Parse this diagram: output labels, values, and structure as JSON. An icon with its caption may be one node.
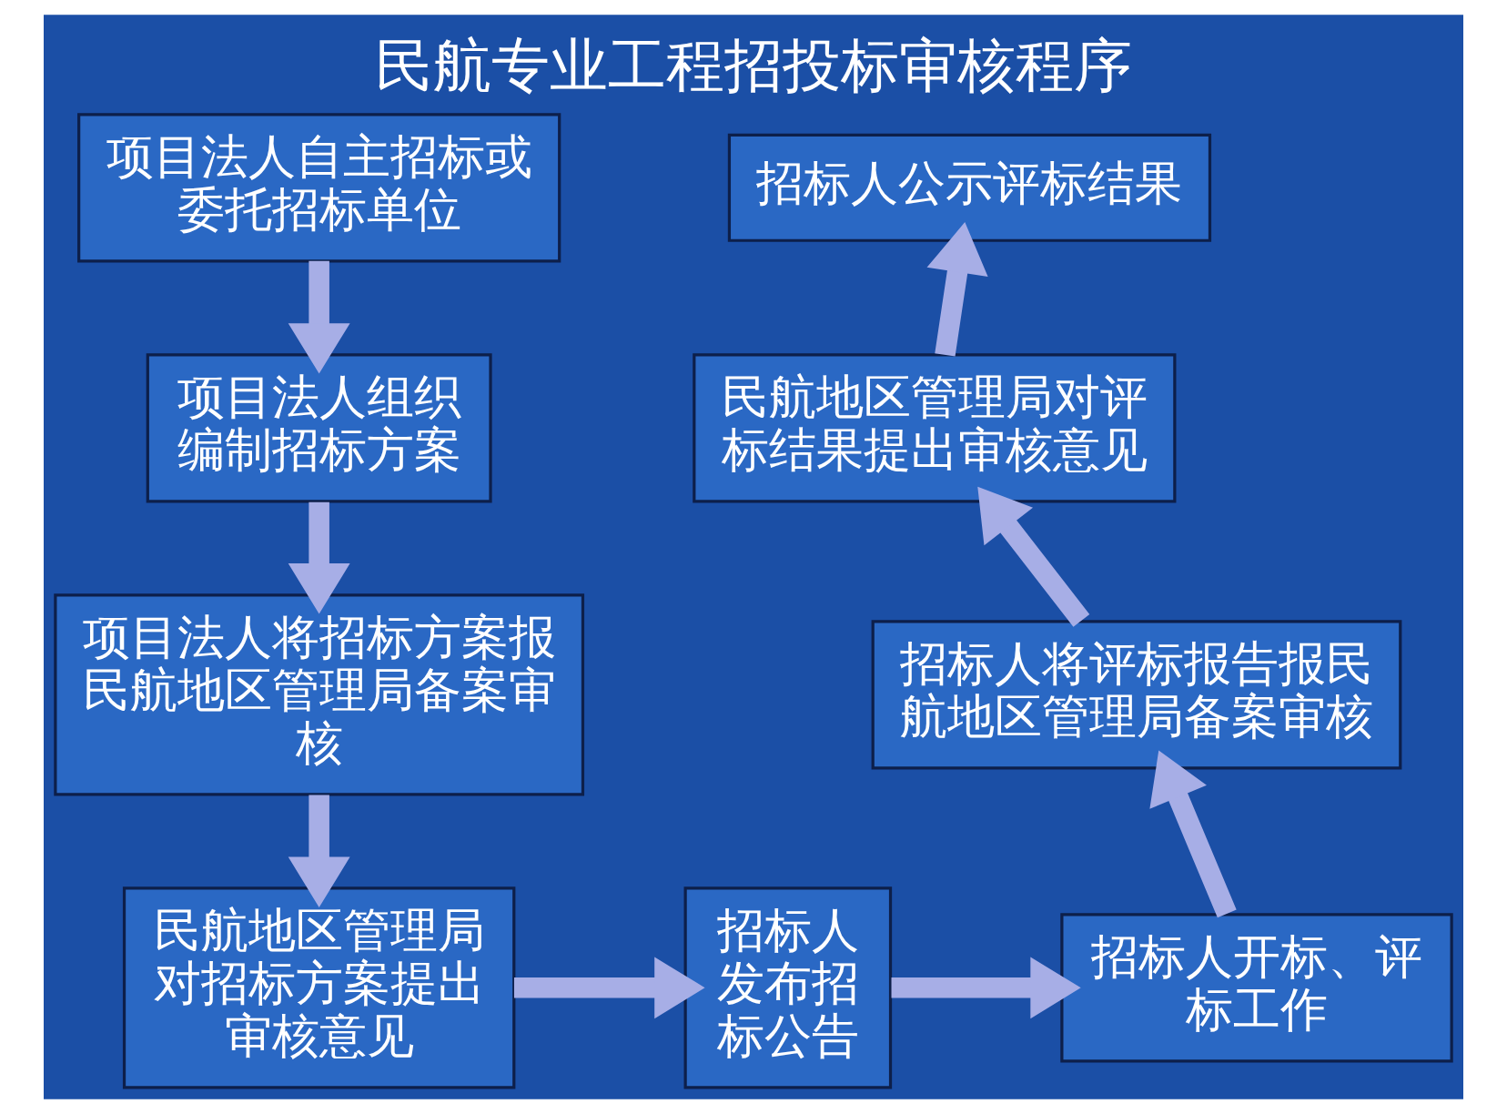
{
  "diagram": {
    "title": "民航专业工程招投标审核程序",
    "nodes": [
      {
        "text": [
          "项目法人自主招标或委托招标单位"
        ]
      },
      {
        "text": [
          "项目法人组织编制招标方案"
        ]
      },
      {
        "text": [
          "项目法人将招标方案报民航地区管理局备案审核"
        ]
      },
      {
        "text": [
          "民航地区管理局对招标方案提出审核意见"
        ]
      },
      {
        "text": [
          "招标人发布招标公告"
        ]
      },
      {
        "text": [
          "招标人开标、评标工作"
        ]
      },
      {
        "text": [
          "招标人将评标报告报民航地区管理局备案审核"
        ]
      },
      {
        "text": [
          "民航地区管理局对评标结果提出审核意见"
        ]
      },
      {
        "text": [
          "招标人公示评标结果"
        ]
      }
    ],
    "edges": [
      {
        "from": 0,
        "to": 1,
        "arrow": "to"
      },
      {
        "from": 1,
        "to": 2,
        "arrow": "to"
      },
      {
        "from": 2,
        "to": 3,
        "arrow": "to"
      },
      {
        "from": 3,
        "to": 4,
        "arrow": "to"
      },
      {
        "from": 4,
        "to": 5,
        "arrow": "to"
      },
      {
        "from": 5,
        "to": 6,
        "arrow": "to"
      },
      {
        "from": 6,
        "to": 7,
        "arrow": "to"
      },
      {
        "from": 7,
        "to": 8,
        "arrow": "to"
      }
    ]
  }
}
